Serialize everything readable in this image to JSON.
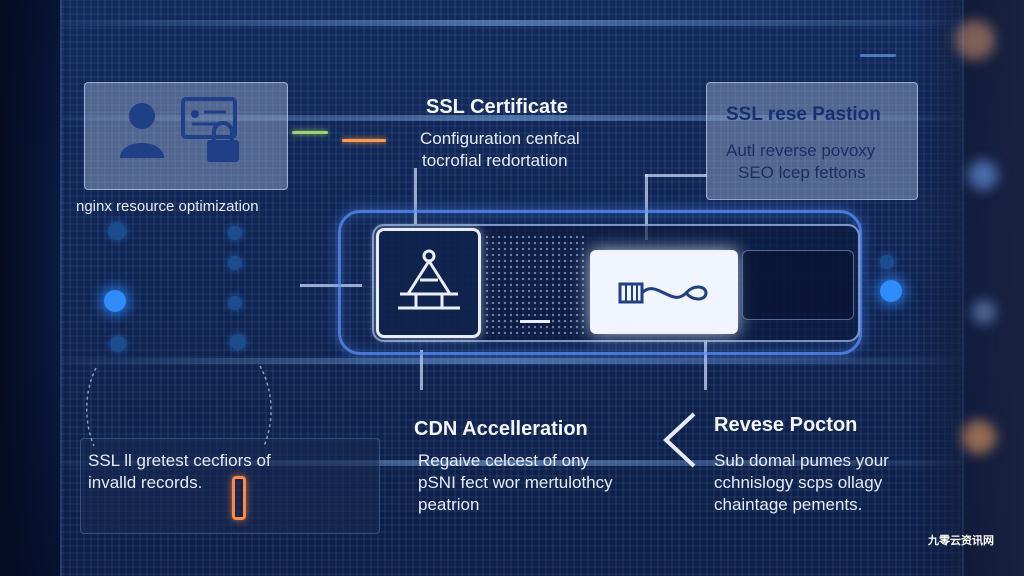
{
  "cards": {
    "top_left": {
      "caption": "nginx resource optimization",
      "icons": [
        "user-icon",
        "certificate-lock-icon"
      ]
    },
    "ssl": {
      "title": "SSL Certificate",
      "line1": "Configuration cenfcal",
      "line2": "tocrofial redortation"
    },
    "top_right": {
      "title": "SSL rese Pastion",
      "line1": "Autl reverse povoxy",
      "line2": "SEO lcep fettons"
    },
    "cdn": {
      "title": "CDN Accelleration",
      "line1": "Regaive celcest of ony",
      "line2": "pSNI fect wor mertulothcy",
      "line3": "peatrion"
    },
    "reverse": {
      "title": "Revese Pocton",
      "line1": "Sub domal pumes your",
      "line2": "cchnislogy scps ollagy",
      "line3": "chaintage pements."
    },
    "bottom_left": {
      "line1": "SSL ll gretest cecfiors of",
      "line2": "invalld records."
    }
  },
  "device": {
    "icons": [
      "network-tower-icon",
      "chain-link-icon"
    ]
  },
  "watermark": "九零云资讯网",
  "colors": {
    "background": "#0a1530",
    "led_blue": "#2f8cff",
    "accent_orange": "#ff8a3d",
    "accent_green": "#7bd36a"
  }
}
